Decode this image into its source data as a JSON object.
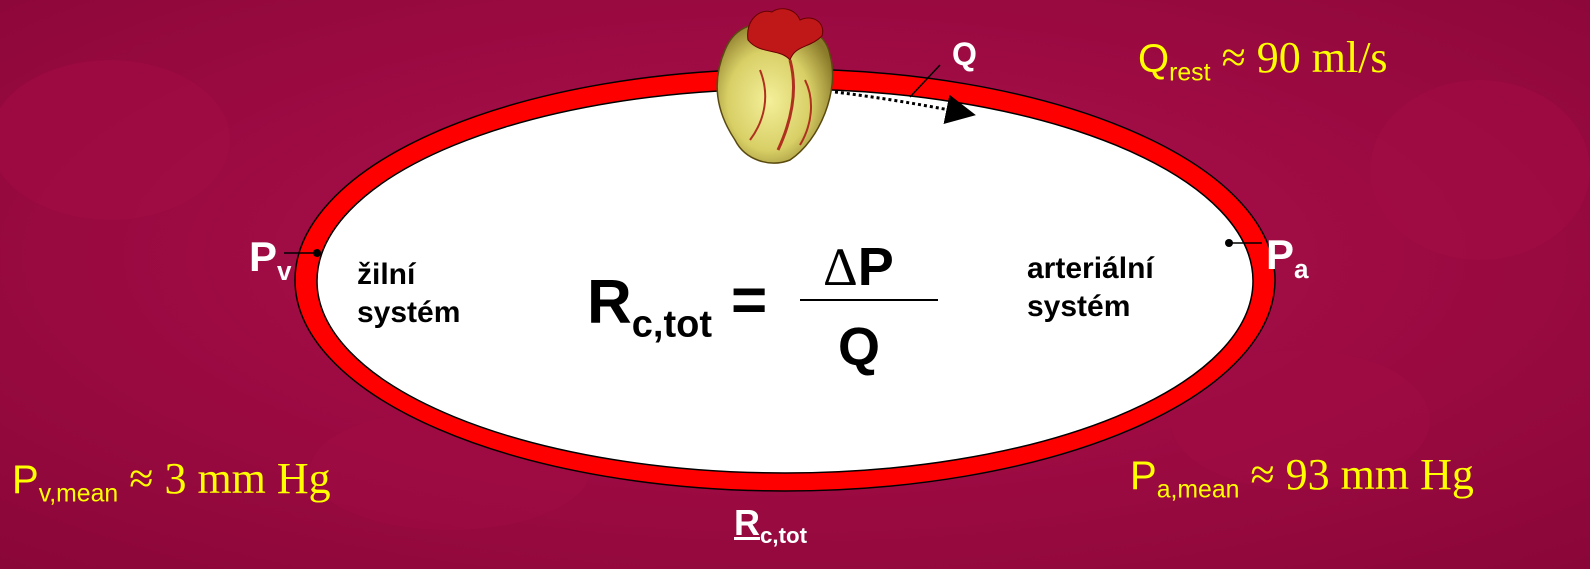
{
  "labels": {
    "flow_q": "Q",
    "pv_main": "P",
    "pv_sub": "v",
    "pa_main": "P",
    "pa_sub": "a",
    "venous_line1": "žilní",
    "venous_line2": "systém",
    "arterial_line1": "arteriální",
    "arterial_line2": "systém"
  },
  "formula": {
    "lhs_main": "R",
    "lhs_sub": "c,tot",
    "equals": "=",
    "numerator_delta": "Δ",
    "numerator_p": "P",
    "denominator": "Q"
  },
  "values": {
    "q_rest_main": "Q",
    "q_rest_sub": "rest",
    "q_rest_value": "≈ 90 ml/s",
    "pv_mean_main": "P",
    "pv_mean_sub": "v,mean",
    "pv_mean_value": "≈ 3 mm Hg",
    "pa_mean_main": "P",
    "pa_mean_sub": "a,mean",
    "pa_mean_value": "≈ 93 mm Hg"
  },
  "bottom": {
    "r_main": "R",
    "r_sub": "c,tot"
  },
  "colors": {
    "background": "#9a0a40",
    "vessel_ring": "#ff0000",
    "inner_fill": "#ffffff",
    "annotation_text": "#ffff00",
    "label_text": "#ffffff"
  },
  "icons": {
    "heart": "heart-icon"
  }
}
